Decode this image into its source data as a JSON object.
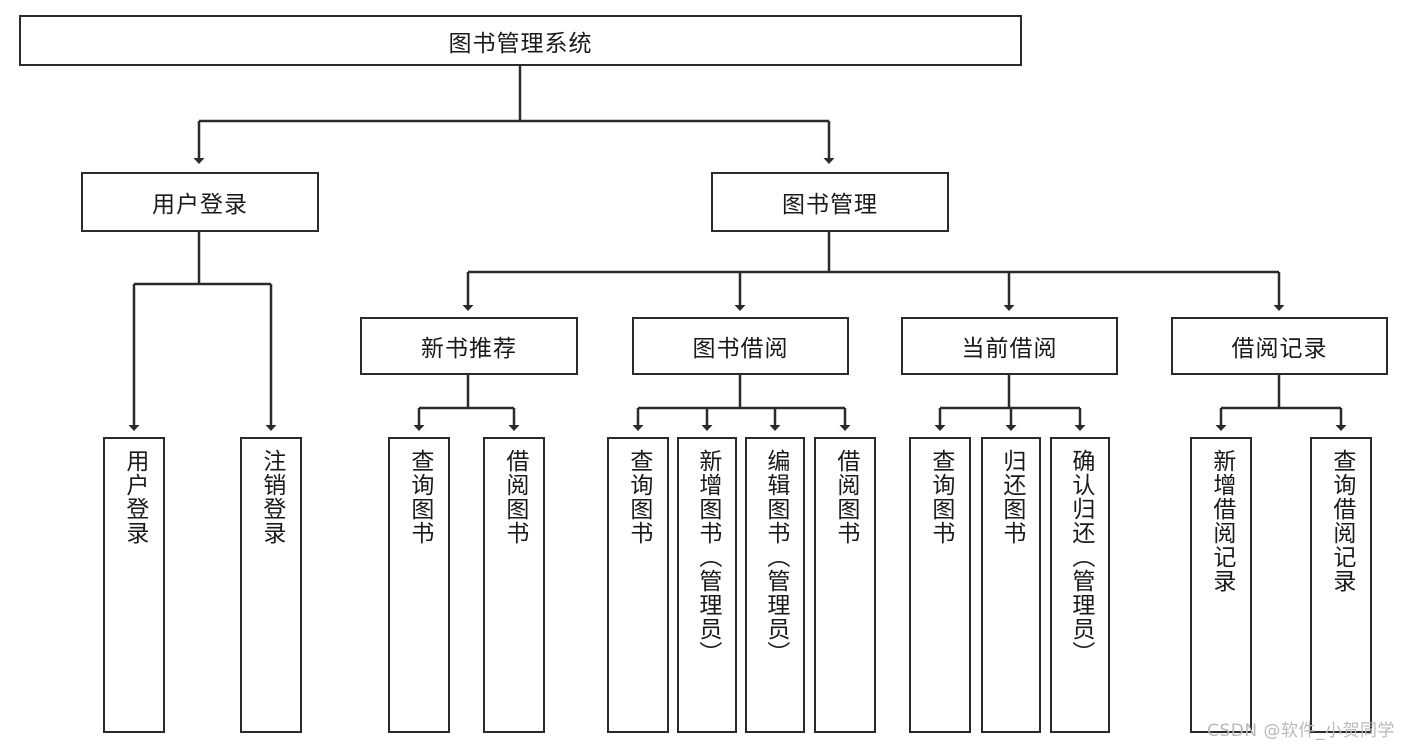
{
  "diagram": {
    "title_node": {
      "label": "图书管理系统"
    },
    "level1": [
      {
        "id": "user-login",
        "label": "用户登录"
      },
      {
        "id": "book-management",
        "label": "图书管理"
      }
    ],
    "level2": [
      {
        "id": "new-book-recommend",
        "label": "新书推荐"
      },
      {
        "id": "book-borrow",
        "label": "图书借阅"
      },
      {
        "id": "current-borrow",
        "label": "当前借阅"
      },
      {
        "id": "borrow-record",
        "label": "借阅记录"
      }
    ],
    "leaves": {
      "user_login": [
        {
          "id": "leaf-user-login",
          "label": "用户登录"
        },
        {
          "id": "leaf-user-logout",
          "label": "注销登录"
        }
      ],
      "new_book_recommend": [
        {
          "id": "leaf-query-book-1",
          "label": "查询图书"
        },
        {
          "id": "leaf-borrow-book-1",
          "label": "借阅图书"
        }
      ],
      "book_borrow": [
        {
          "id": "leaf-query-book-2",
          "label": "查询图书"
        },
        {
          "id": "leaf-add-book",
          "label": "新增图书（管理员）"
        },
        {
          "id": "leaf-edit-book",
          "label": "编辑图书（管理员）"
        },
        {
          "id": "leaf-borrow-book-2",
          "label": "借阅图书"
        }
      ],
      "current_borrow": [
        {
          "id": "leaf-query-book-3",
          "label": "查询图书"
        },
        {
          "id": "leaf-return-book",
          "label": "归还图书"
        },
        {
          "id": "leaf-confirm-return",
          "label": "确认归还（管理员）"
        }
      ],
      "borrow_record": [
        {
          "id": "leaf-add-record",
          "label": "新增借阅记录"
        },
        {
          "id": "leaf-query-record",
          "label": "查询借阅记录"
        }
      ]
    }
  },
  "watermark": {
    "text": "CSDN @软件_小贺同学"
  },
  "colors": {
    "stroke": "#2b2b2b",
    "fill": "#ffffff",
    "text": "#1a1a1a",
    "watermark": "#b9b9b9"
  }
}
